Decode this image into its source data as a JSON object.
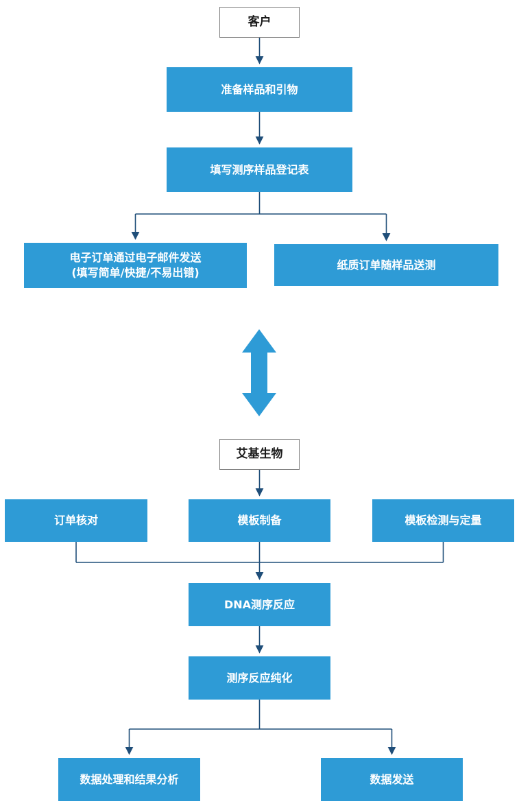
{
  "colors": {
    "box_blue": "#2e9bd6",
    "box_text": "#ffffff",
    "label_box_bg": "#ffffff",
    "label_box_border": "#7f7f7f",
    "label_text": "#1a1a1a",
    "connector": "#1f4e79",
    "double_arrow": "#2e9bd6"
  },
  "nodes": {
    "customer": "客户",
    "prepare": "准备样品和引物",
    "register": "填写测序样品登记表",
    "email_order_line1": "电子订单通过电子邮件发送",
    "email_order_line2": "(填写简单/快捷/不易出错)",
    "paper_order": "纸质订单随样品送测",
    "company": "艾基生物",
    "order_check": "订单核对",
    "template_prep": "模板制备",
    "template_qc": "模板检测与定量",
    "dna_reaction": "DNA测序反应",
    "purification": "测序反应纯化",
    "analysis": "数据处理和结果分析",
    "data_send": "数据发送"
  },
  "edges": [
    {
      "from": "客户",
      "to": "准备样品和引物"
    },
    {
      "from": "准备样品和引物",
      "to": "填写测序样品登记表"
    },
    {
      "from": "填写测序样品登记表",
      "to": "电子订单通过电子邮件发送 (填写简单/快捷/不易出错)"
    },
    {
      "from": "填写测序样品登记表",
      "to": "纸质订单随样品送测"
    },
    {
      "from": "客户部分",
      "to": "艾基生物部分",
      "type": "double-arrow"
    },
    {
      "from": "艾基生物",
      "to": "模板制备"
    },
    {
      "from": "订单核对",
      "to": "DNA测序反应"
    },
    {
      "from": "模板制备",
      "to": "DNA测序反应"
    },
    {
      "from": "模板检测与定量",
      "to": "DNA测序反应"
    },
    {
      "from": "DNA测序反应",
      "to": "测序反应纯化"
    },
    {
      "from": "测序反应纯化",
      "to": "数据处理和结果分析"
    },
    {
      "from": "测序反应纯化",
      "to": "数据发送"
    }
  ]
}
